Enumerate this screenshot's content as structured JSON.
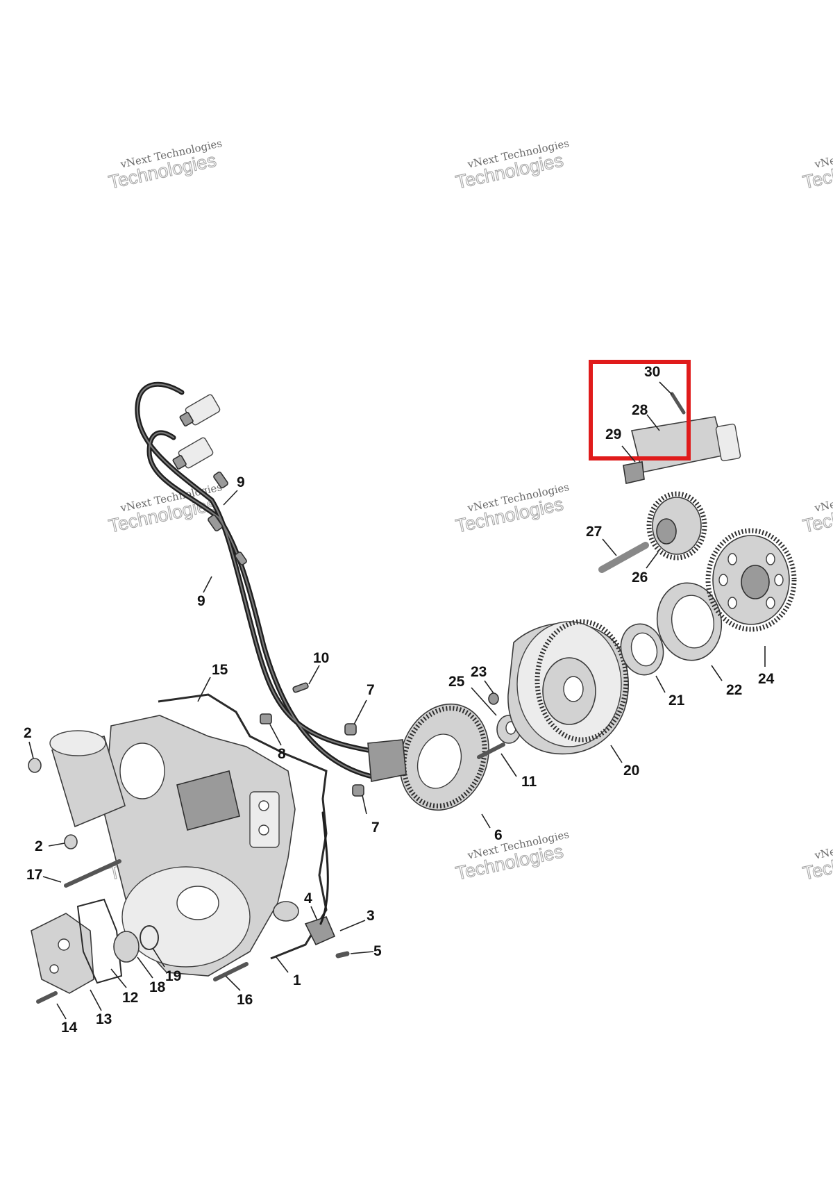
{
  "watermark": {
    "line1": "vNext Technologies",
    "line2": "Technologies",
    "tile_count": 9
  },
  "highlight": {
    "color": "#e01b1b"
  },
  "callouts": {
    "c1": "1",
    "c2a": "2",
    "c2b": "2",
    "c3": "3",
    "c4": "4",
    "c5": "5",
    "c6": "6",
    "c7a": "7",
    "c7b": "7",
    "c8": "8",
    "c9a": "9",
    "c9b": "9",
    "c10": "10",
    "c11": "11",
    "c12": "12",
    "c13": "13",
    "c14": "14",
    "c15": "15",
    "c16": "16",
    "c17": "17",
    "c18": "18",
    "c19": "19",
    "c20": "20",
    "c21": "21",
    "c22": "22",
    "c23": "23",
    "c24": "24",
    "c25": "25",
    "c26": "26",
    "c27": "27",
    "c28": "28",
    "c29": "29",
    "c30": "30"
  }
}
